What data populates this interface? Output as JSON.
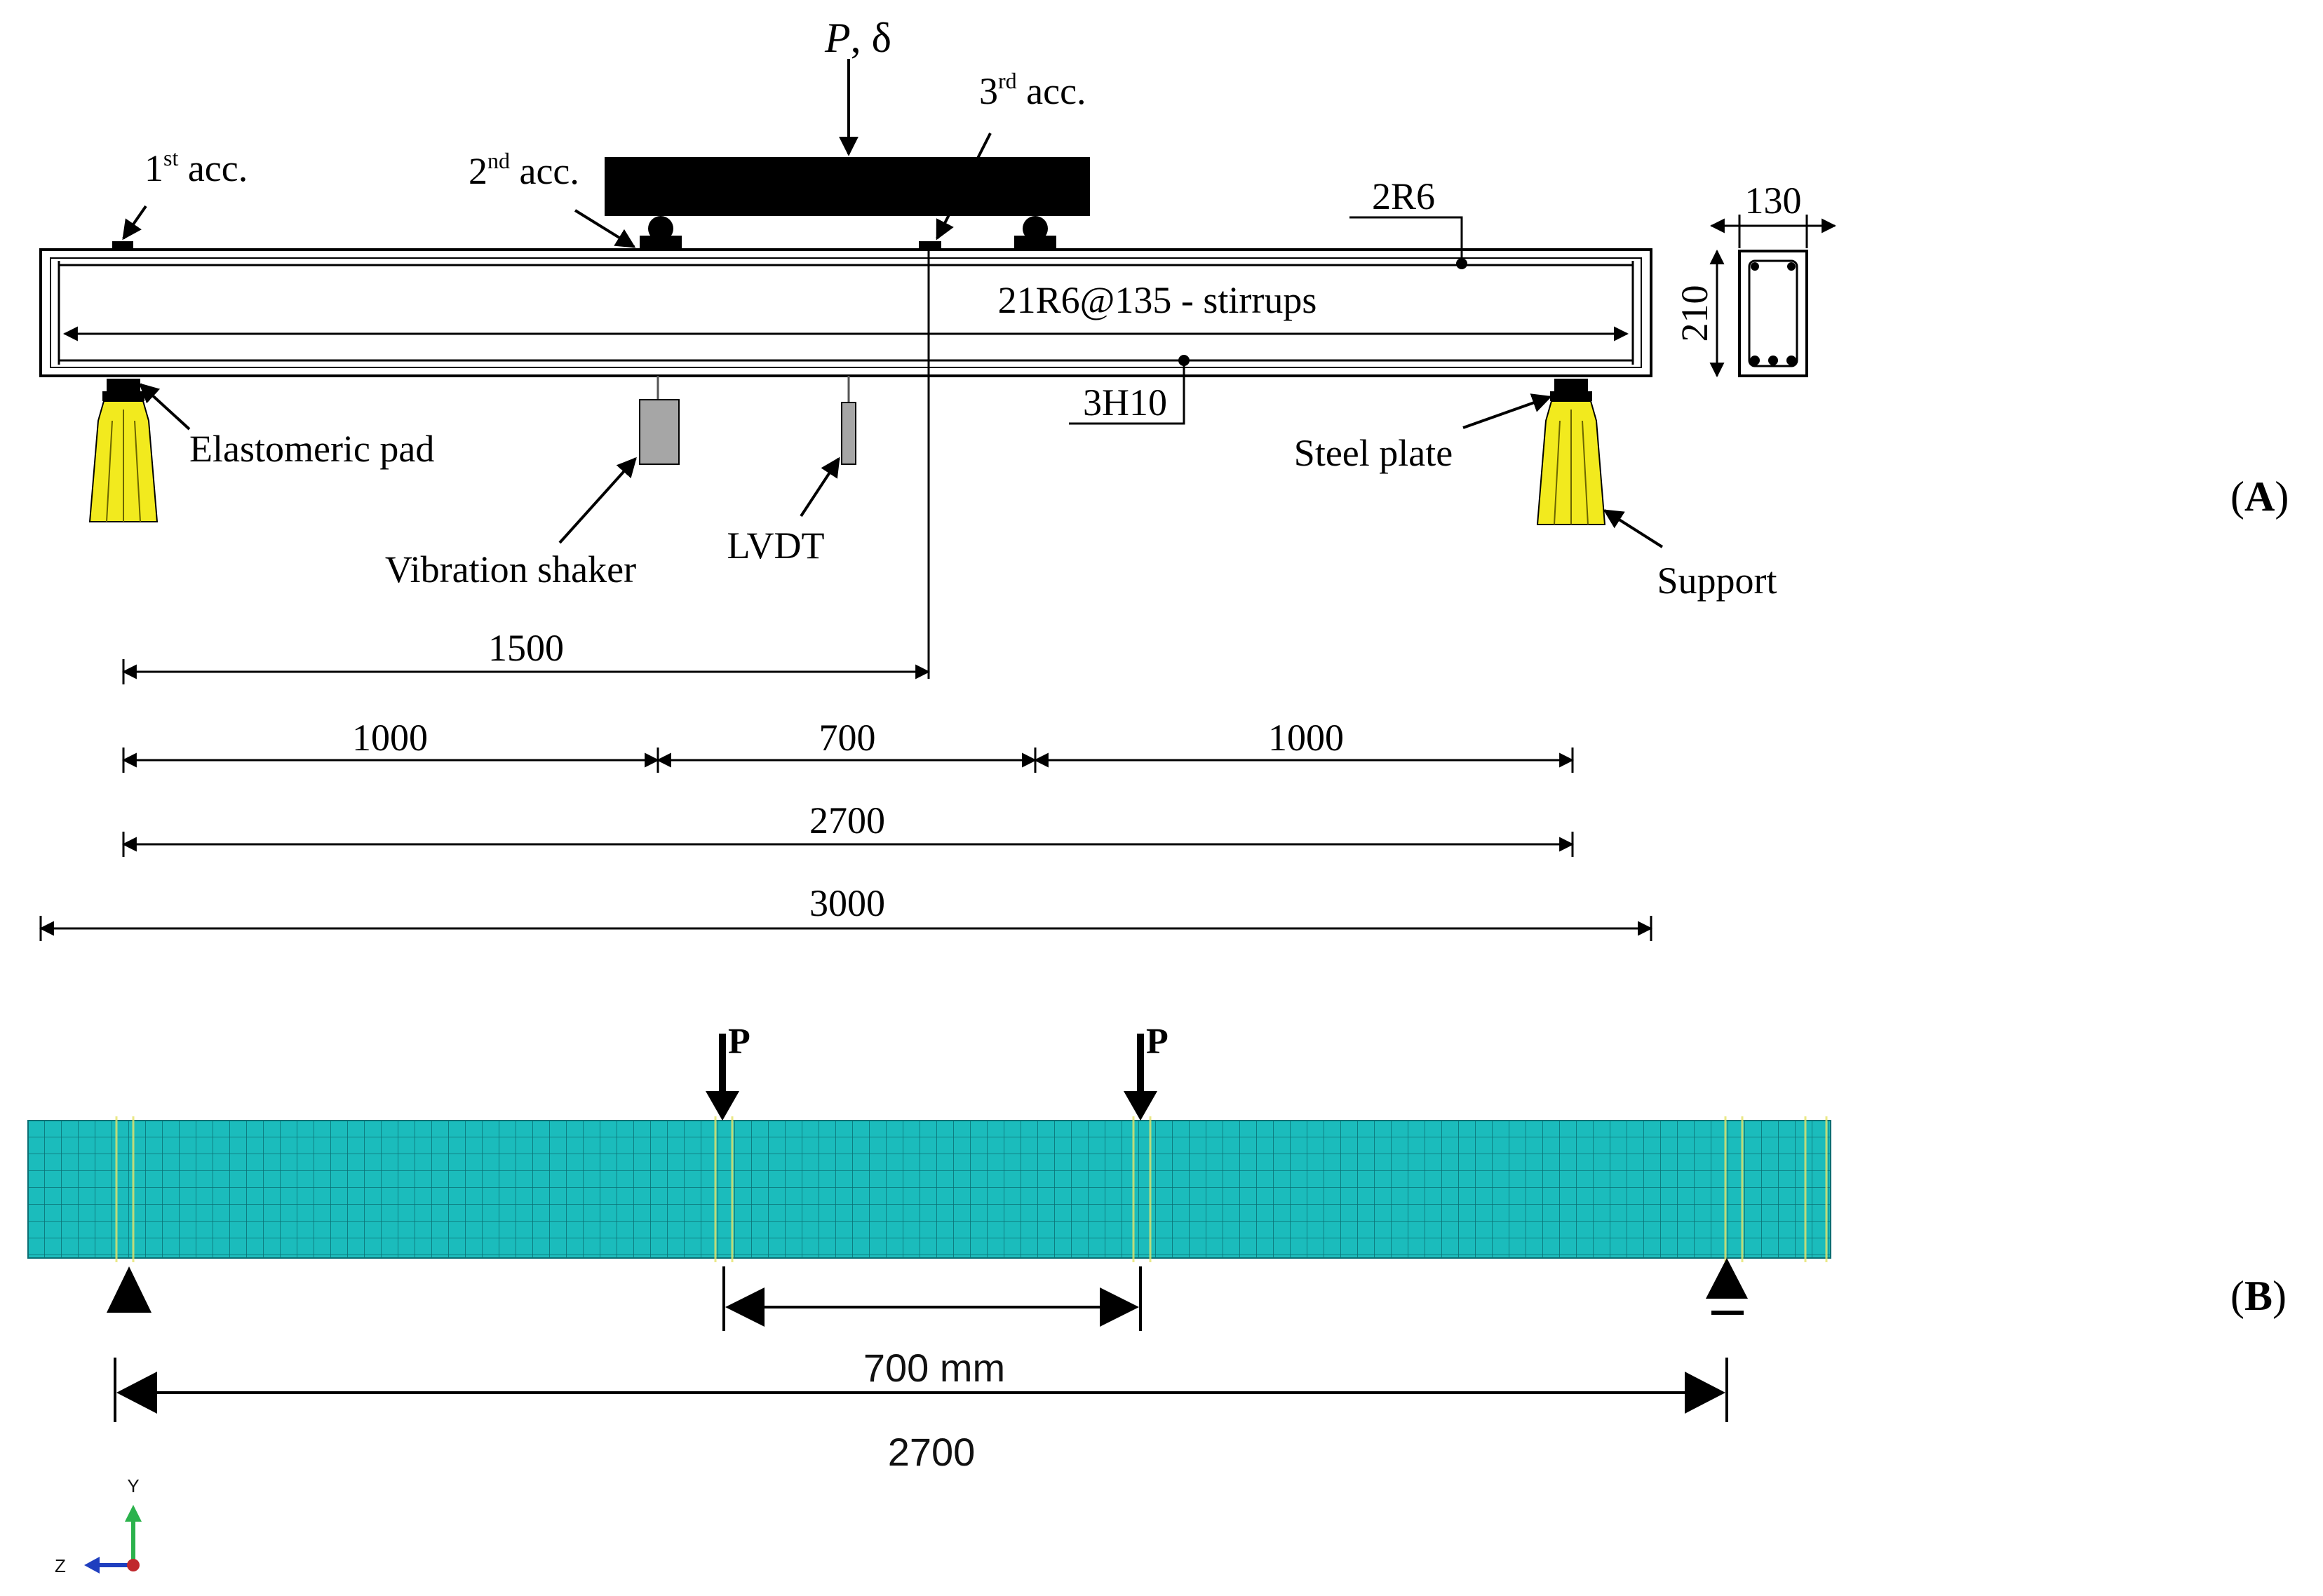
{
  "panel_a": {
    "tag_open": "(",
    "tag_letter": "A",
    "tag_close": ")",
    "load_label_p": "P",
    "load_label_rest": ", δ",
    "acc1_num": "1",
    "acc1_sup": "st",
    "acc1_word": " acc.",
    "acc2_num": "2",
    "acc2_sup": "nd",
    "acc2_word": " acc.",
    "acc3_num": "3",
    "acc3_sup": "rd",
    "acc3_word": " acc.",
    "top_bar_label": "2R6",
    "stirrups_label": "21R6@135 - stirrups",
    "bottom_bar_label": "3H10",
    "pad_label": "Elastomeric pad",
    "shaker_label": "Vibration shaker",
    "lvdt_label": "LVDT",
    "plate_label": "Steel plate",
    "support_label": "Support",
    "section_width": "130",
    "section_height": "210",
    "dim_1500": "1500",
    "dim_1000_left": "1000",
    "dim_700": "700",
    "dim_1000_right": "1000",
    "dim_2700": "2700",
    "dim_3000": "3000"
  },
  "panel_b": {
    "tag_open": "(",
    "tag_letter": "B",
    "tag_close": ")",
    "load_left": "P",
    "load_right": "P",
    "dim_700": "700 mm",
    "dim_2700": "2700",
    "axis_y": "Y",
    "axis_z": "Z"
  },
  "colors": {
    "support_fill": "#f2ea1e",
    "shaker_fill": "#a6a6a6",
    "mesh_fill": "#1bbcbc",
    "mesh_line": "#0b6e73",
    "axis_y_color": "#2bb24c",
    "axis_z_color": "#1f3fbf",
    "axis_origin": "#c0282d"
  }
}
